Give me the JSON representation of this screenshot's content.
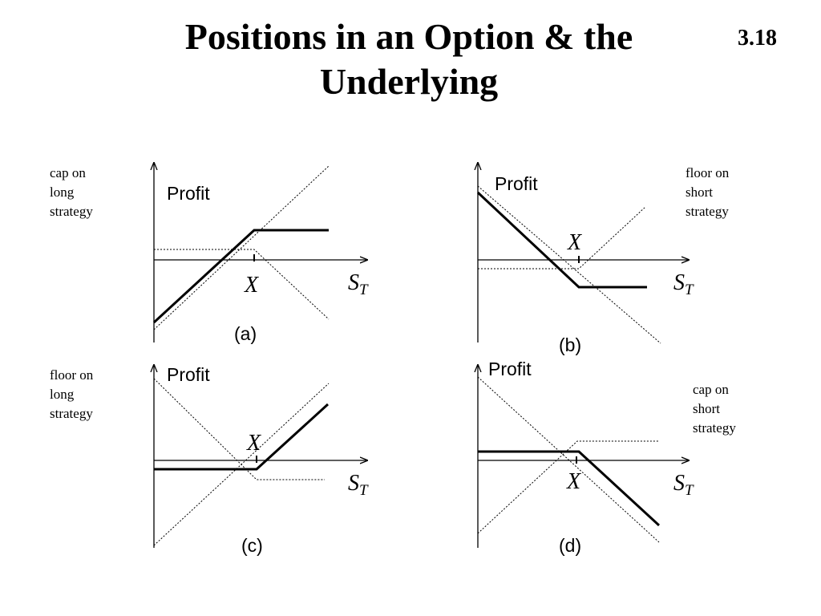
{
  "slide": {
    "title_line1": "Positions in an Option & the",
    "title_line2": "Underlying",
    "number": "3.18"
  },
  "panels": [
    {
      "caption": "(a)",
      "y_label": "Profit",
      "strike_label": "X",
      "x_label_main": "S",
      "x_label_sub": "T",
      "note": [
        "cap on",
        "long",
        "strategy"
      ]
    },
    {
      "caption": "(b)",
      "y_label": "Profit",
      "strike_label": "X",
      "x_label_main": "S",
      "x_label_sub": "T",
      "note": [
        "floor on",
        "short",
        "strategy"
      ]
    },
    {
      "caption": "(c)",
      "y_label": "Profit",
      "strike_label": "X",
      "x_label_main": "S",
      "x_label_sub": "T",
      "note": [
        "floor on",
        "long",
        "strategy"
      ]
    },
    {
      "caption": "(d)",
      "y_label": "Profit",
      "strike_label": "X",
      "x_label_main": "S",
      "x_label_sub": "T",
      "note": [
        "cap on",
        "short",
        "strategy"
      ]
    }
  ]
}
